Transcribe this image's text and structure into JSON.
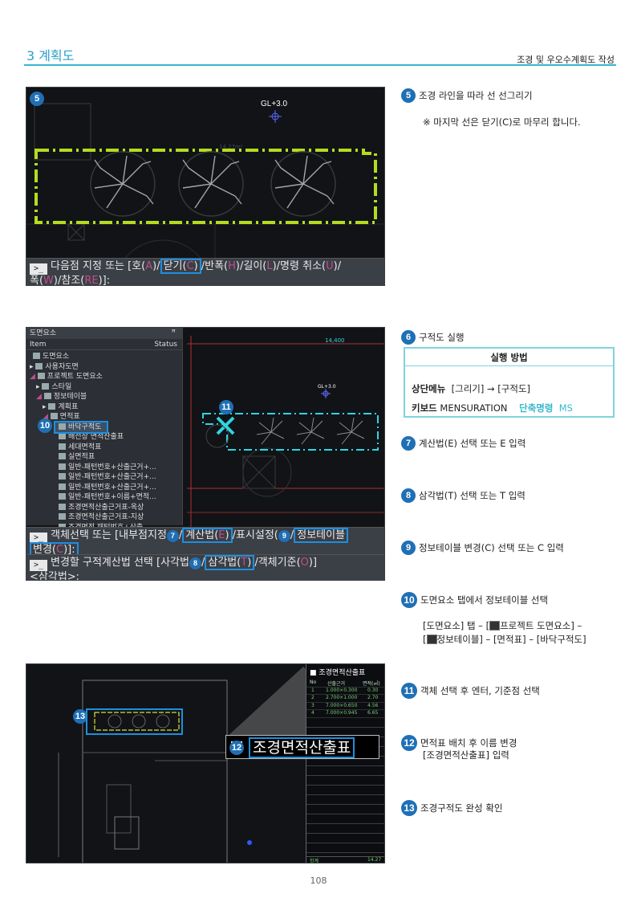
{
  "header": {
    "section_title": "3 계획도",
    "section_subtitle": "조경 및 우오수계획도 작성"
  },
  "shot1": {
    "badge": "5",
    "gl_label": "GL+3.0",
    "area_label": "14.27m²",
    "cmd_icon": ">_",
    "cmd_prefix": "다음점 지정 또는 [호(",
    "cmd_a": "A",
    "cmd_mid1": ")/",
    "cmd_close": "닫기(",
    "cmd_c": "C",
    "cmd_close_end": ")",
    "cmd_mid2": "/반폭(",
    "cmd_h": "H",
    "cmd_mid3": ")/길이(",
    "cmd_l": "L",
    "cmd_mid4": ")/명령 취소(",
    "cmd_u": "U",
    "cmd_mid5": ")/",
    "cmd_line2a": "폭(",
    "cmd_w": "W",
    "cmd_line2b": ")/참조(",
    "cmd_re": "RE",
    "cmd_line2c": ")]:"
  },
  "shot2": {
    "panel_title": "도면요소",
    "pin": "ꟸ",
    "col_item": "Item",
    "col_status": "Status",
    "dim_label": "14,400",
    "gl_label": "GL+3.0",
    "badge10": "10",
    "badge11": "11",
    "badge7": "7",
    "badge8": "8",
    "badge9": "9",
    "tree": [
      "도면요소",
      "사용자도면",
      "프로젝트 도면요소",
      "스타일",
      "정보테이블",
      "계획표",
      "면적표",
      "바닥구적도",
      "배전상 면적산출표",
      "세대면적표",
      "실면적표",
      "일반-패턴번호+산출근거+...",
      "일반-패턴번호+산출근거+...",
      "일반-패턴번호+산출근거+...",
      "일반-패턴번호+이름+면적...",
      "조경면적산출근거표-옥상",
      "조경면적산출근거표-지상",
      "조경면적 패턴번호+산출..."
    ],
    "cmd1_a": "객체선택 또는 [",
    "cmd1_b": "내부점지정",
    "cmd1_c": "/",
    "cmd1_d": "계산법(",
    "cmd1_e": "E",
    "cmd1_f": ")",
    "cmd1_g": "/표시설정(",
    "cmd1_h": "/",
    "cmd1_i": "정보테이블",
    "cmd1_line2a": "변경(",
    "cmd1_c2": "C",
    "cmd1_line2b": ")]:",
    "cmd2_a": "변경할 구적계산법 선택 [",
    "cmd2_b": "사각법",
    "cmd2_c": "/",
    "cmd2_d": "삼각법(",
    "cmd2_t": "T",
    "cmd2_e": ")",
    "cmd2_f": "/객체기준(",
    "cmd2_o": "O",
    "cmd2_g": ")]",
    "cmd2_line2": "<삼각법>:"
  },
  "shot3": {
    "badge13": "13",
    "badge12": "12",
    "table_title": "■ 조경면적산출표",
    "label_text": "조경면적산출표",
    "head": [
      "No",
      "산출근거",
      "면적(㎡)"
    ],
    "rows": [
      [
        "1",
        "1.000×0.300",
        "0.30"
      ],
      [
        "2",
        "2.700×1.000",
        "2.70"
      ],
      [
        "3",
        "7.000×0.650",
        "4.56"
      ],
      [
        "4",
        "7.000×0.945",
        "6.65"
      ]
    ],
    "total_label": "합계",
    "total_value": "14.27"
  },
  "descriptions": {
    "d5_badge": "5",
    "d5": "조경 라인을 따라 선 선그리기",
    "d5_note": "※ 마지막 선은 닫기(C)로 마무리 합니다.",
    "d6_badge": "6",
    "d6": "구적도 실행",
    "exec_title": "실행 방법",
    "exec_menu_label": "상단메뉴",
    "exec_menu_value": "[그리기] → [구적도]",
    "exec_kbd_label": "키보드",
    "exec_kbd_value": "MENSURATION",
    "exec_cmd_label": "단축명령",
    "exec_cmd_value": "MS",
    "d7_badge": "7",
    "d7": "계산법(E) 선택 또는 E 입력",
    "d8_badge": "8",
    "d8": "삼각법(T) 선택 또는 T 입력",
    "d9_badge": "9",
    "d9": "정보테이블 변경(C) 선택 또는 C 입력",
    "d10_badge": "10",
    "d10": "도면요소 탭에서 정보테이블 선택",
    "d10_note1a": "[도면요소] 탭 – [",
    "d10_note1b": "프로젝트 도면요소] –",
    "d10_note2a": "[",
    "d10_note2b": "정보테이블] – [면적표] – [바닥구적도]",
    "d11_badge": "11",
    "d11": "객체 선택 후 엔터, 기준점 선택",
    "d12_badge": "12",
    "d12": "면적표 배치 후 이름 변경",
    "d12_note": "[조경면적산출표] 입력",
    "d13_badge": "13",
    "d13": "조경구적도 완성 확인"
  },
  "footer": {
    "page_number": "108"
  },
  "colors": {
    "accent": "#37b7cc",
    "badge": "#1f6fb5",
    "highlight": "#1d8fe0",
    "cad_bg": "#111317",
    "green_line": "#b4dc1e",
    "cyan_line": "#2ed6e0"
  }
}
